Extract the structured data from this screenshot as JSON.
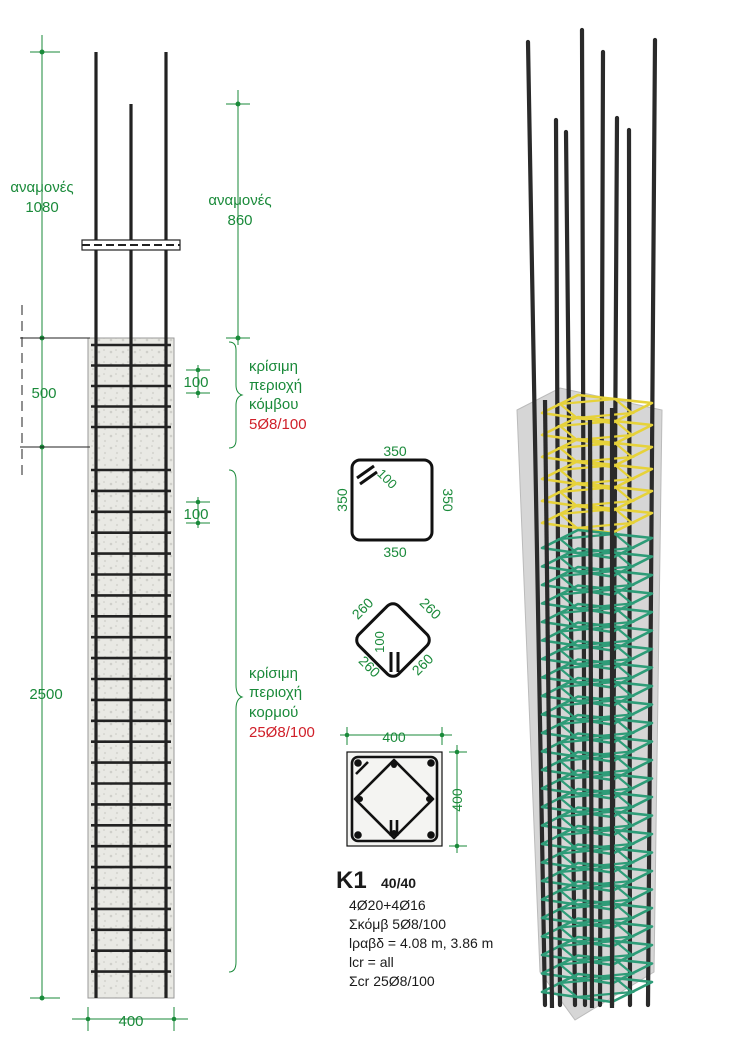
{
  "elevation": {
    "starter_left_label": "αναμονές",
    "starter_left_value": "1080",
    "starter_right_label": "αναμονές",
    "starter_right_value": "860",
    "node_height": "500",
    "body_height": "2500",
    "spacing_top": "100",
    "spacing_mid": "100",
    "width": "400",
    "node_zone": {
      "line1": "κρίσιμη",
      "line2": "περιοχή",
      "line3": "κόμβου",
      "stirrups": "5Ø8/100"
    },
    "body_zone": {
      "line1": "κρίσιμη",
      "line2": "περιοχή",
      "line3": "κορμού",
      "stirrups": "25Ø8/100"
    }
  },
  "stirrup_outer": {
    "top": "350",
    "bottom": "350",
    "left": "350",
    "right": "350",
    "hook": "100"
  },
  "stirrup_diamond": {
    "tl": "260",
    "tr": "260",
    "bl": "260",
    "br": "260",
    "hook": "100"
  },
  "section": {
    "width": "400",
    "height": "400"
  },
  "column": {
    "name": "K1",
    "size": "40/40",
    "lines": [
      "4Ø20+4Ø16",
      "Σκόμβ 5Ø8/100",
      "lραβδ = 4.08 m, 3.86 m",
      "lcr = all",
      "Σcr 25Ø8/100"
    ]
  },
  "colors": {
    "dim": "#1a8a3a",
    "stirrups_text": "#d0202a",
    "node_stirrups": "#e6d23a",
    "body_stirrups": "#2e9c78",
    "bar": "#2a2a2a"
  }
}
